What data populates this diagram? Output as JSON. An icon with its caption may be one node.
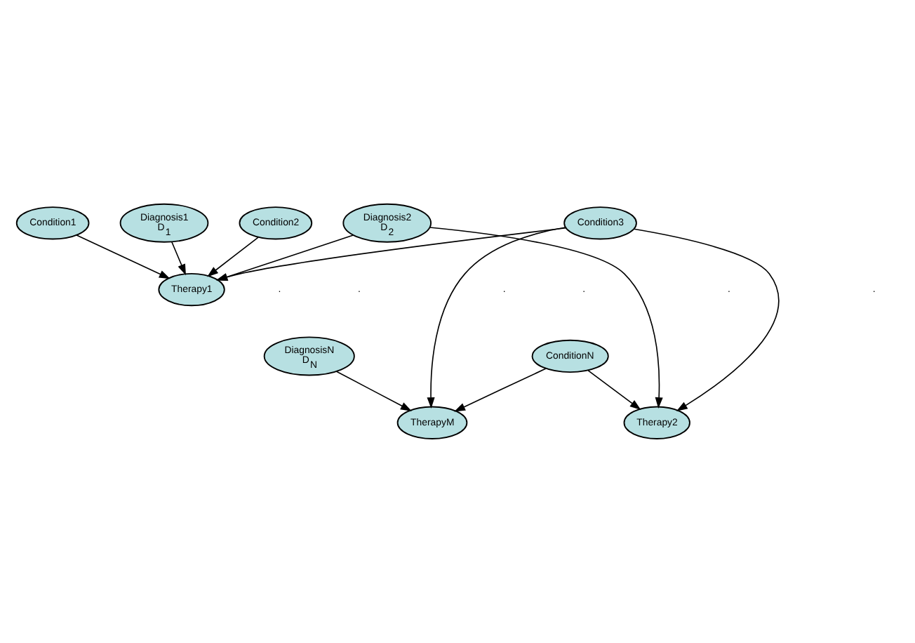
{
  "diagram": {
    "nodes": [
      {
        "text": [
          "Condition1"
        ]
      },
      {
        "text": [
          "Diagnosis1",
          "D$_{1}$"
        ]
      },
      {
        "text": [
          "Condition2"
        ]
      },
      {
        "text": [
          "Therapy1"
        ]
      },
      {
        "text": [
          "Diagnosis2",
          "D$_{2}$"
        ]
      },
      {
        "text": [
          "Condition3"
        ]
      },
      {
        "text": [
          "Therapy2"
        ]
      },
      {
        "text": [
          "DiagnosisN",
          "D$_{N}$"
        ]
      },
      {
        "text": [
          "TherapyM"
        ]
      },
      {
        "text": [
          "ConditionN"
        ]
      }
    ],
    "edges": [
      {
        "from": 1,
        "to": 3,
        "arrow": "to"
      },
      {
        "from": 0,
        "to": 3,
        "arrow": "to"
      },
      {
        "from": 2,
        "to": 3,
        "arrow": "to"
      },
      {
        "from": 4,
        "to": 3,
        "arrow": "to"
      },
      {
        "from": 5,
        "to": 3,
        "arrow": "to"
      },
      {
        "from": 4,
        "to": 6,
        "arrow": "to"
      },
      {
        "from": 5,
        "to": 6,
        "arrow": "to"
      },
      {
        "from": 9,
        "to": 6,
        "arrow": "to"
      },
      {
        "from": 5,
        "to": 8,
        "arrow": "to"
      },
      {
        "from": 7,
        "to": 8,
        "arrow": "to"
      },
      {
        "from": 9,
        "to": 8,
        "arrow": "to"
      }
    ],
    "labels": [
      ".",
      ".",
      ".",
      ".",
      ".",
      "."
    ]
  }
}
